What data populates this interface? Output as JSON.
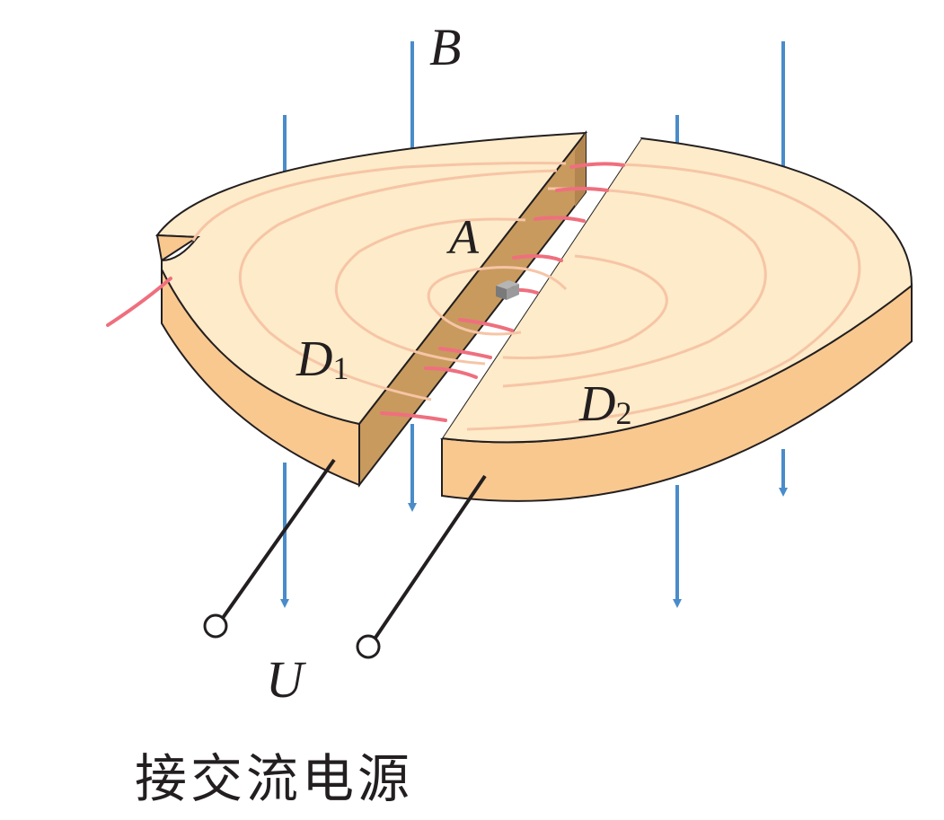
{
  "labels": {
    "field": "B",
    "particle": "A",
    "d1_main": "D",
    "d1_sub": "1",
    "d2_main": "D",
    "d2_sub": "2",
    "voltage": "U"
  },
  "caption": "接交流电源",
  "colors": {
    "dee_top": "#fdebc9",
    "dee_side": "#f8c88f",
    "gap_wall": "#c89a5e",
    "gap_wall_dark": "#b38650",
    "field_line": "#4a8cc9",
    "path_faint": "#f6c5a6",
    "path_strong": "#ef6f7e",
    "wire": "#231f20",
    "outline": "#231f20",
    "particle_source": "#8c8c8c"
  },
  "icons": [
    "magnetic-field-arrow",
    "terminal-circle",
    "particle-source"
  ]
}
